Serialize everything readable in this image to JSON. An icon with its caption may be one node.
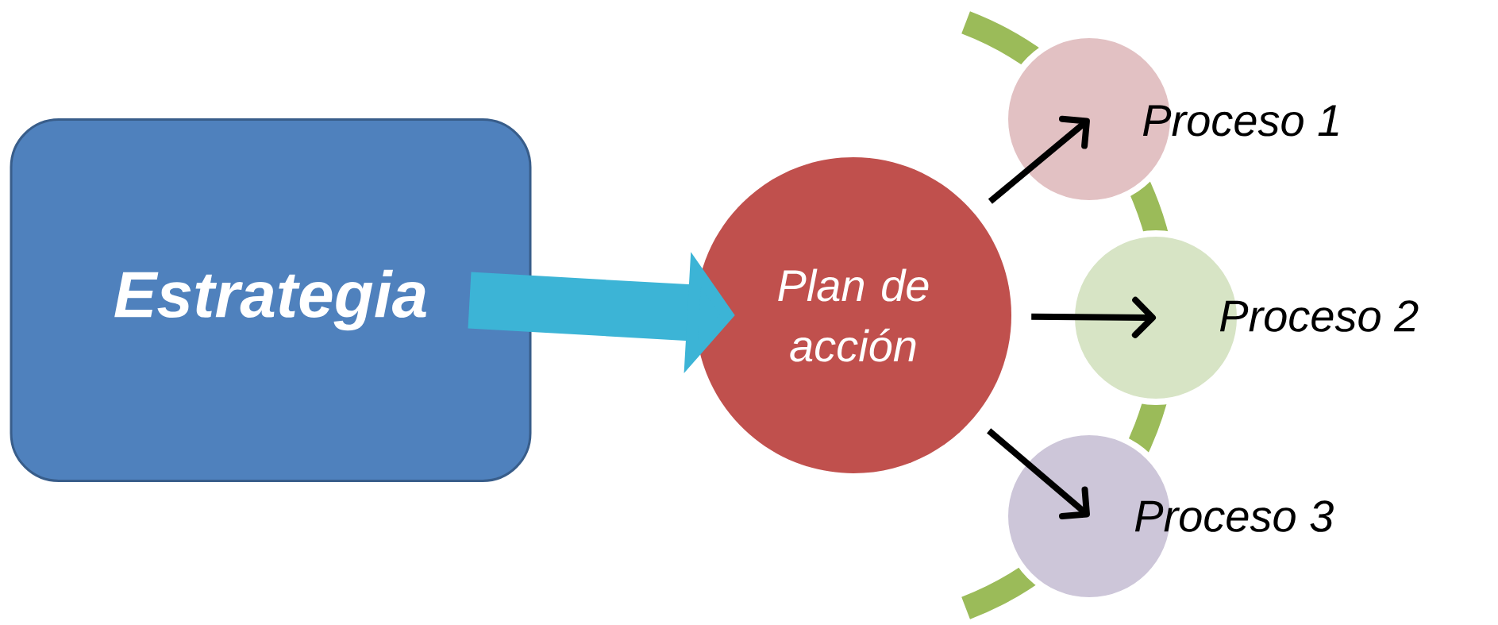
{
  "diagram": {
    "nodes": [
      {
        "text": [
          "Estrategia"
        ]
      },
      {
        "text": [
          "Plan de acción"
        ]
      },
      {
        "text": [
          "Proceso 1"
        ]
      },
      {
        "text": [
          "Proceso 2"
        ]
      },
      {
        "text": [
          "Proceso 3"
        ]
      }
    ],
    "edges": [
      {
        "from": 0,
        "to": 1,
        "arrow": "to",
        "style": "thick",
        "color": "#3cb4d6"
      },
      {
        "from": 1,
        "to": 2,
        "arrow": "to"
      },
      {
        "from": 1,
        "to": 3,
        "arrow": "to"
      },
      {
        "from": 1,
        "to": 4,
        "arrow": "to"
      }
    ]
  }
}
